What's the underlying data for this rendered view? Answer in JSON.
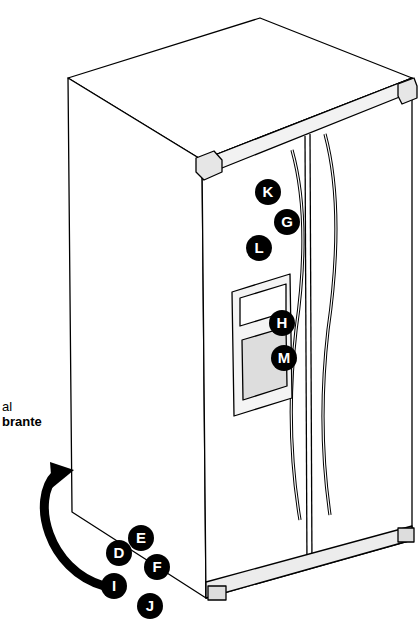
{
  "diagram": {
    "labels": [
      "al",
      "brante",
      "K",
      "G",
      "L",
      "H",
      "M",
      "E",
      "D",
      "F",
      "I",
      "J"
    ]
  }
}
